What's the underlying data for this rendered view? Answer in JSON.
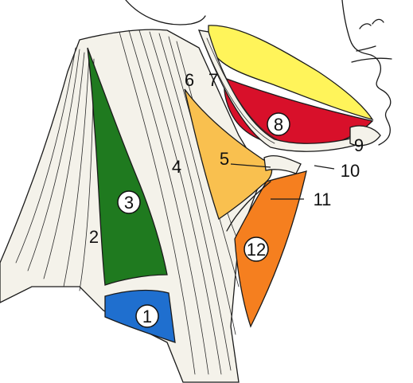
{
  "labels": {
    "l1": "1",
    "l2": "2",
    "l3": "3",
    "l4": "4",
    "l5": "5",
    "l6": "6",
    "l7": "7",
    "l8": "8",
    "l9": "9",
    "l10": "10",
    "l11": "11",
    "l12": "12"
  },
  "colors": {
    "region_1": "#1f6fcf",
    "region_3": "#1f7a1f",
    "region_5": "#f9c04f",
    "region_8": "#d8102a",
    "region_8_upper": "#fff45a",
    "region_12": "#f57f1f",
    "muscle": "#f4f2ea",
    "outline": "#1a1a1a"
  },
  "icons": {
    "face": "face-profile-icon"
  }
}
